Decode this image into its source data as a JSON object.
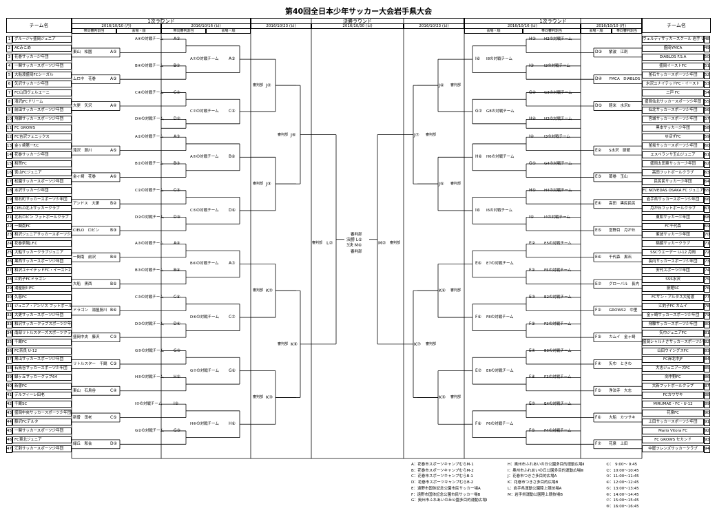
{
  "title": "第40回全日本少年サッカー大会岩手県大会",
  "headers": {
    "team_left": "チーム名",
    "team_right": "チーム名",
    "r1_left": "1次ラウンド",
    "final_round": "決勝ラウンド",
    "r1_right": "1次ラウンド",
    "dates": [
      "2016/10/10 (月)",
      "2016/10/16 (日)",
      "2016/10/23 (日)",
      "2016/10/30 (日)",
      "2016/10/23 (日)",
      "2016/10/16 (日)",
      "2016/10/10 (月)"
    ],
    "sub_referee": "帯同審判割当",
    "sub_venue": "会場・順"
  },
  "left_teams": [
    {
      "no": "1",
      "name": "グルージャ盛岡ジュニア"
    },
    {
      "no": "2",
      "name": "ACみこめ"
    },
    {
      "no": "3",
      "name": "花巻サッカー少年団"
    },
    {
      "no": "4",
      "name": "一関サッカースポーツ少年団"
    },
    {
      "no": "5",
      "name": "大船渡盛岡FCシーガル"
    },
    {
      "no": "6",
      "name": "矢沢サッカー少年団"
    },
    {
      "no": "7",
      "name": "FC山田ヴェルエーニ"
    },
    {
      "no": "8",
      "name": "滝沢JFCドリーム"
    },
    {
      "no": "9",
      "name": "前田サッカースポーツ少年団"
    },
    {
      "no": "10",
      "name": "飛騨サッカースポーツ少年団"
    },
    {
      "no": "11",
      "name": "FC GROWS"
    },
    {
      "no": "12",
      "name": "FC吉沢フェニックス"
    },
    {
      "no": "13",
      "name": "金ヶ崎第一F.C"
    },
    {
      "no": "14",
      "name": "花巻サッカー少年団"
    },
    {
      "no": "15",
      "name": "和賀FC"
    },
    {
      "no": "16",
      "name": "宮山FCジュニア"
    },
    {
      "no": "17",
      "name": "松園サッカースポーツ少年団"
    },
    {
      "no": "18",
      "name": "水沢サッカー少年団"
    },
    {
      "no": "19",
      "name": "常石町サッカースポーツ少年団"
    },
    {
      "no": "20",
      "name": "CIELO北上サッカークラブ"
    },
    {
      "no": "21",
      "name": "北石ロビン フットボールクラブ"
    },
    {
      "no": "22",
      "name": "一関南FC"
    },
    {
      "no": "23",
      "name": "和沢ジュニアサッカースポーツ少年団"
    },
    {
      "no": "24",
      "name": "花巻祭陽J.F.C"
    },
    {
      "no": "25",
      "name": "大船サッカークラブジュニア"
    },
    {
      "no": "26",
      "name": "黒西サッカースポーツ少年団"
    },
    {
      "no": "27",
      "name": "和沢ユナイテッドFC・イースト2nd"
    },
    {
      "no": "28",
      "name": "江釣子FCドラゴン"
    },
    {
      "no": "29",
      "name": "湯屋厨川FC"
    },
    {
      "no": "30",
      "name": "久慈FC"
    },
    {
      "no": "31",
      "name": "ジュニア・アンソス フットボールクラブ"
    },
    {
      "no": "32",
      "name": "大更サッカースポーツ少年団"
    },
    {
      "no": "33",
      "name": "和沢サッカークラブスポーツ少年団"
    },
    {
      "no": "34",
      "name": "南部リトルスターズスポーツクラブ"
    },
    {
      "no": "35",
      "name": "千厩FC"
    },
    {
      "no": "36",
      "name": "FC奈良 U-12"
    },
    {
      "no": "37",
      "name": "黒山サッカースポーツ少年団"
    },
    {
      "no": "38",
      "name": "石鳥谷サッカースポーツ少年団"
    },
    {
      "no": "39",
      "name": "緑ヶ丘サッカークラブ64"
    },
    {
      "no": "40",
      "name": "新曽FC"
    },
    {
      "no": "41",
      "name": "デルフィーレ田老"
    },
    {
      "no": "42",
      "name": "千厩SC"
    },
    {
      "no": "43",
      "name": "盛岡中央サッカースポーツ少年団"
    },
    {
      "no": "44",
      "name": "藤沢FCデルタ"
    },
    {
      "no": "45",
      "name": "一関サッカースポーツ少年団"
    },
    {
      "no": "46",
      "name": "FC東北ジュニア"
    },
    {
      "no": "47",
      "name": "江刺サッカースポーツ少年団"
    }
  ],
  "right_teams": [
    {
      "no": "48",
      "name": "ヴェルディサッカースクール 岩手 U12"
    },
    {
      "no": "49",
      "name": "盛岡YMCA"
    },
    {
      "no": "50",
      "name": "DIABLOS F.S.A"
    },
    {
      "no": "51",
      "name": "盛岡イーストFC"
    },
    {
      "no": "52",
      "name": "釜石サッカースポーツ少年団"
    },
    {
      "no": "53",
      "name": "水沢ユナイテッドFC・イースト"
    },
    {
      "no": "54",
      "name": "二戸 FC"
    },
    {
      "no": "55",
      "name": "盛岡仙北サッカースポーツ少年団"
    },
    {
      "no": "56",
      "name": "仙北サッカースポーツ少年団"
    },
    {
      "no": "57",
      "name": "宮城サッカースポーツ少年団"
    },
    {
      "no": "58",
      "name": "黒本サッカー少年団"
    },
    {
      "no": "59",
      "name": "ゆほずFC"
    },
    {
      "no": "60",
      "name": "釜坂サッカースポーツ少年団"
    },
    {
      "no": "61",
      "name": "エスペランサ玉山ジュニア"
    },
    {
      "no": "62",
      "name": "盛岡太田東サッカー少年団"
    },
    {
      "no": "63",
      "name": "高田フットボールクラブ"
    },
    {
      "no": "64",
      "name": "民民民サッカー少年団"
    },
    {
      "no": "65",
      "name": "FC NOVEDAS OSAKA FC ジュニア"
    },
    {
      "no": "66",
      "name": "岩手県サッカースポーツ少年団"
    },
    {
      "no": "67",
      "name": "月が丘フットボールクラブ"
    },
    {
      "no": "68",
      "name": "東和サッカー少年団"
    },
    {
      "no": "69",
      "name": "FC千代森"
    },
    {
      "no": "70",
      "name": "紫波サッカー少年団"
    },
    {
      "no": "71",
      "name": "稲鏡サッカークラブ"
    },
    {
      "no": "72",
      "name": "SSCウエーデー U-12 月岡"
    },
    {
      "no": "73",
      "name": "長内サッカースポーツ少年団"
    },
    {
      "no": "74",
      "name": "安代スポーツ少年団"
    },
    {
      "no": "75",
      "name": "SSS水沢"
    },
    {
      "no": "76",
      "name": "厨館SC"
    },
    {
      "no": "77",
      "name": "FCサン・アルタス大船渡"
    },
    {
      "no": "78",
      "name": "江釣子FC カムイ"
    },
    {
      "no": "79",
      "name": "金ヶ崎サッカースポーツ少年団"
    },
    {
      "no": "80",
      "name": "飛騨サッカースポーツ少年団"
    },
    {
      "no": "81",
      "name": "矢巾ジュニアFC"
    },
    {
      "no": "82",
      "name": "盛岡シャルナさサッカースポーツ少年団"
    },
    {
      "no": "83",
      "name": "山田ウイングスFC"
    },
    {
      "no": "84",
      "name": "FC岸北中JF"
    },
    {
      "no": "85",
      "name": "大志ジュニアーズFC"
    },
    {
      "no": "86",
      "name": "向中野FC"
    },
    {
      "no": "87",
      "name": "大新フットボールクラブ"
    },
    {
      "no": "88",
      "name": "FCカワサキ"
    },
    {
      "no": "89",
      "name": "MIRUMAE・FC・U-12"
    },
    {
      "no": "90",
      "name": "花泉FC"
    },
    {
      "no": "91",
      "name": "上田サッカースポーツ少年団"
    },
    {
      "no": "92",
      "name": "Mario Vitora FC"
    },
    {
      "no": "93",
      "name": "FC GROWS セカンド"
    },
    {
      "no": "94",
      "name": "中屋フレンズサッカークラブ"
    }
  ],
  "left_r1_matches": [
    {
      "ref": "東山　松園",
      "code": "A②"
    },
    {
      "ref": "ムロネ　花巻",
      "code": "A③"
    },
    {
      "ref": "大更　矢沢",
      "code": "A④"
    },
    {
      "ref": "滝沢　厨川",
      "code": "A⑤"
    },
    {
      "ref": "金ヶ崎　花巻",
      "code": "A⑥"
    },
    {
      "ref": "アンドス　大更",
      "code": "B②"
    },
    {
      "ref": "CIELO　ロビン",
      "code": "B③"
    },
    {
      "ref": "一関南　前沢",
      "code": "B④"
    },
    {
      "ref": "大船　黒西",
      "code": "B⑤"
    },
    {
      "ref": "ドラゴン　湯屋厨川",
      "code": "B⑥"
    },
    {
      "ref": "盛岡中央　藤沢",
      "code": "C②"
    },
    {
      "ref": "リトルスター　千厩",
      "code": "C③"
    },
    {
      "ref": "東山　石鳥谷",
      "code": "C④"
    },
    {
      "ref": "新曽　田老",
      "code": "C⑤"
    },
    {
      "ref": "緑丘　和会",
      "code": "D②"
    }
  ],
  "left_r2_matches": [
    {
      "label": "A④の対戦チーム",
      "code": "A②"
    },
    {
      "label": "B④の対戦チーム",
      "code": "B②"
    },
    {
      "label": "C④の対戦チーム",
      "code": "C②"
    },
    {
      "label": "D④の対戦チーム",
      "code": "D②"
    },
    {
      "label": "A②の対戦チーム",
      "code": "A③"
    },
    {
      "label": "B②の対戦チーム",
      "code": "B③"
    },
    {
      "label": "C②の対戦チーム",
      "code": "C③"
    },
    {
      "label": "D②の対戦チーム",
      "code": "D③"
    },
    {
      "label": "A③の対戦チーム",
      "code": "A④"
    },
    {
      "label": "B③の対戦チーム",
      "code": "B④"
    },
    {
      "label": "C③の対戦チーム",
      "code": "C④"
    },
    {
      "label": "D③の対戦チーム",
      "code": "D④"
    },
    {
      "label": "G⑤の対戦チーム",
      "code": "G②"
    },
    {
      "label": "H⑤の対戦チーム",
      "code": "H②"
    },
    {
      "label": "I⑤の対戦チーム",
      "code": "I②"
    },
    {
      "label": "G②の対戦チーム",
      "code": "G③"
    }
  ],
  "left_r3_matches": [
    {
      "label": "A⑦の対戦チーム",
      "code": "A⑤"
    },
    {
      "label": "C⑦の対戦チーム",
      "code": "C⑤"
    },
    {
      "label": "A⑤の対戦チーム",
      "code": "B⑥"
    },
    {
      "label": "C⑤の対戦チーム",
      "code": "D⑥"
    },
    {
      "label": "B⑥の対戦チーム",
      "code": "A⑦"
    },
    {
      "label": "D⑥の対戦チーム",
      "code": "C⑦"
    },
    {
      "label": "G⑦の対戦チーム",
      "code": "G⑥"
    },
    {
      "label": "H⑥の対戦チーム",
      "code": "H⑥"
    }
  ],
  "right_r1_matches": [
    {
      "ref": "紫波　江刺",
      "code": "D③"
    },
    {
      "ref": "YMCA　DIABLOS",
      "code": "D④"
    },
    {
      "ref": "軽米　水沢U",
      "code": "D⑤"
    },
    {
      "ref": "S水沢　厨館",
      "code": "E②"
    },
    {
      "ref": "葛巻　玉山",
      "code": "E③"
    },
    {
      "ref": "高田　黒民民民",
      "code": "E④"
    },
    {
      "ref": "宮野目　月が丘",
      "code": "E⑤"
    },
    {
      "ref": "千代森　黒石",
      "code": "E⑥"
    },
    {
      "ref": "グローバル　長内",
      "code": "E⑦"
    },
    {
      "ref": "GROWS2　中里",
      "code": "F②"
    },
    {
      "ref": "カムイ　金ヶ崎",
      "code": "F③"
    },
    {
      "ref": "矢巾　ときわ",
      "code": "F④"
    },
    {
      "ref": "浄法寺　大志",
      "code": "F⑤"
    },
    {
      "ref": "大船　カワサキ",
      "code": "F⑥"
    },
    {
      "ref": "花泉　上田",
      "code": "F⑦"
    }
  ],
  "right_r2_matches": [
    {
      "label": "H2の対戦チーム",
      "code": "H③"
    },
    {
      "label": "I2の対戦チーム",
      "code": "I③"
    },
    {
      "label": "G3の対戦チーム",
      "code": "G④"
    },
    {
      "label": "H3の対戦チーム",
      "code": "H④"
    },
    {
      "label": "I3の対戦チーム",
      "code": "I④"
    },
    {
      "label": "G4の対戦チーム",
      "code": "G⑤"
    },
    {
      "label": "H4の対戦チーム",
      "code": "H⑤"
    },
    {
      "label": "I4の対戦チーム",
      "code": "I⑤"
    },
    {
      "label": "E5の対戦チーム",
      "code": "E②"
    },
    {
      "label": "F5の対戦チーム",
      "code": "F②"
    },
    {
      "label": "E2の対戦チーム",
      "code": "E③"
    },
    {
      "label": "F2の対戦チーム",
      "code": "F③"
    },
    {
      "label": "E3の対戦チーム",
      "code": "E④"
    },
    {
      "label": "F3の対戦チーム",
      "code": "F④"
    },
    {
      "label": "E4の対戦チーム",
      "code": "E⑤"
    },
    {
      "label": "F4の対戦チーム",
      "code": "F⑤"
    }
  ],
  "right_r3_matches": [
    {
      "label": "I8の対戦チーム",
      "code": "I⑥"
    },
    {
      "label": "G8の対戦チーム",
      "code": "G⑦"
    },
    {
      "label": "H6の対戦チーム",
      "code": "H⑥"
    },
    {
      "label": "I6の対戦チーム",
      "code": "I⑥"
    },
    {
      "label": "E7の対戦チーム",
      "code": "E⑥"
    },
    {
      "label": "F8の対戦チーム",
      "code": "F⑥"
    },
    {
      "label": "E6の対戦チーム",
      "code": "E⑦"
    },
    {
      "label": "F6の対戦チーム",
      "code": "F⑧"
    }
  ],
  "final_matches": {
    "left_qf": [
      "J②",
      "J③",
      "K②",
      "K③"
    ],
    "left_sf": [
      "J⑥",
      "K⑥"
    ],
    "right_qf": [
      "J④",
      "J⑤",
      "K④",
      "K⑤"
    ],
    "right_sf": [
      "J⑦",
      "K⑦"
    ],
    "semifinal_left": "L②",
    "semifinal_right": "M②",
    "final_lines": [
      "審判部",
      "決勝 L⑤",
      "3決 M④",
      "審判部"
    ],
    "referee": "審判部"
  },
  "legend_venues": [
    "A：花巻市スポーツキャンプむらM-1",
    "B：花巻市スポーツキャンプむらM-2",
    "C：花巻市スポーツキャンプむらB-1",
    "D：花巻市スポーツキャンプむらB-2",
    "E：遠野市国体記念公園市民サッカー場A",
    "F：遠野市国体記念公園市民サッカー場B",
    "G：奥州市ふれあいの丘公園多目的運動広場Ⅰ"
  ],
  "legend_venues2": [
    "H：奥州市ふれあいの丘公園多目的運動広場Ⅱ",
    "I：奥州市ふれあいの丘公園多目的運動広場Ⅲ",
    "J：花巻市つきさ多目的広場A",
    "K：花巻市つきさ多目的広場B",
    "L：岩手県運動公園陸上競技場A",
    "M：岩手県運動公園陸上競技場B"
  ],
  "legend_times": [
    "①：　9:00～ 9:45",
    "②：10:00～10:45",
    "③：11:00～11:45",
    "④：12:00～12:45",
    "⑤：13:00～13:45",
    "⑥：14:00～14:45",
    "⑦：15:00～15:45",
    "⑧：16:00～16:45"
  ]
}
